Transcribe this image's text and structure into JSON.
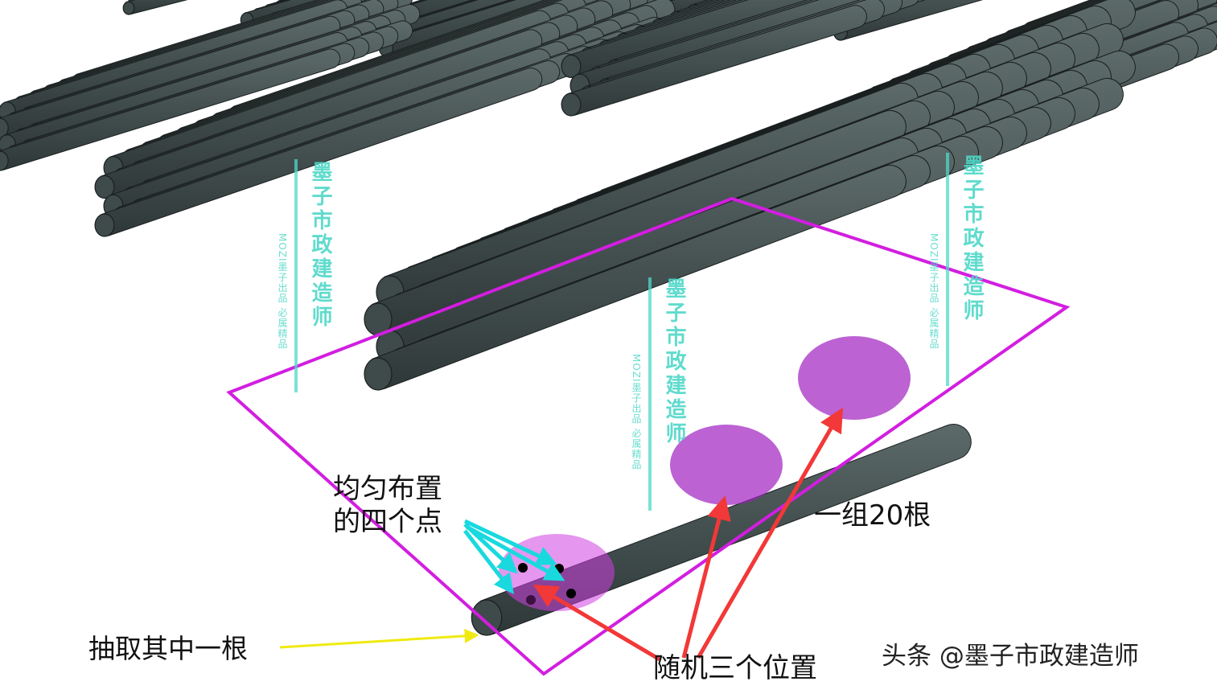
{
  "labels": {
    "uniform_points": "均匀布置\n的四个点",
    "extract_one": "抽取其中一根",
    "random_positions": "随机三个位置",
    "group_count": "一组20根"
  },
  "watermark": {
    "brand_vertical": "墨子市政建造师",
    "sub_vertical": "MOZI墨子出品 必属精品",
    "corner": "头条 @墨子市政建造师"
  },
  "colors": {
    "background": "#ffffff",
    "pipe_fill": "#3f4a4a",
    "pipe_highlight": "#566262",
    "pipe_outline": "#1a1f1f",
    "selection_frame": "#d21ee0",
    "highlight_spot": "#a020c0",
    "arrow_red": "#f23838",
    "arrow_cyan": "#19d9df",
    "arrow_yellow": "#f0ea10",
    "watermark_teal": "#4fd8c8"
  }
}
